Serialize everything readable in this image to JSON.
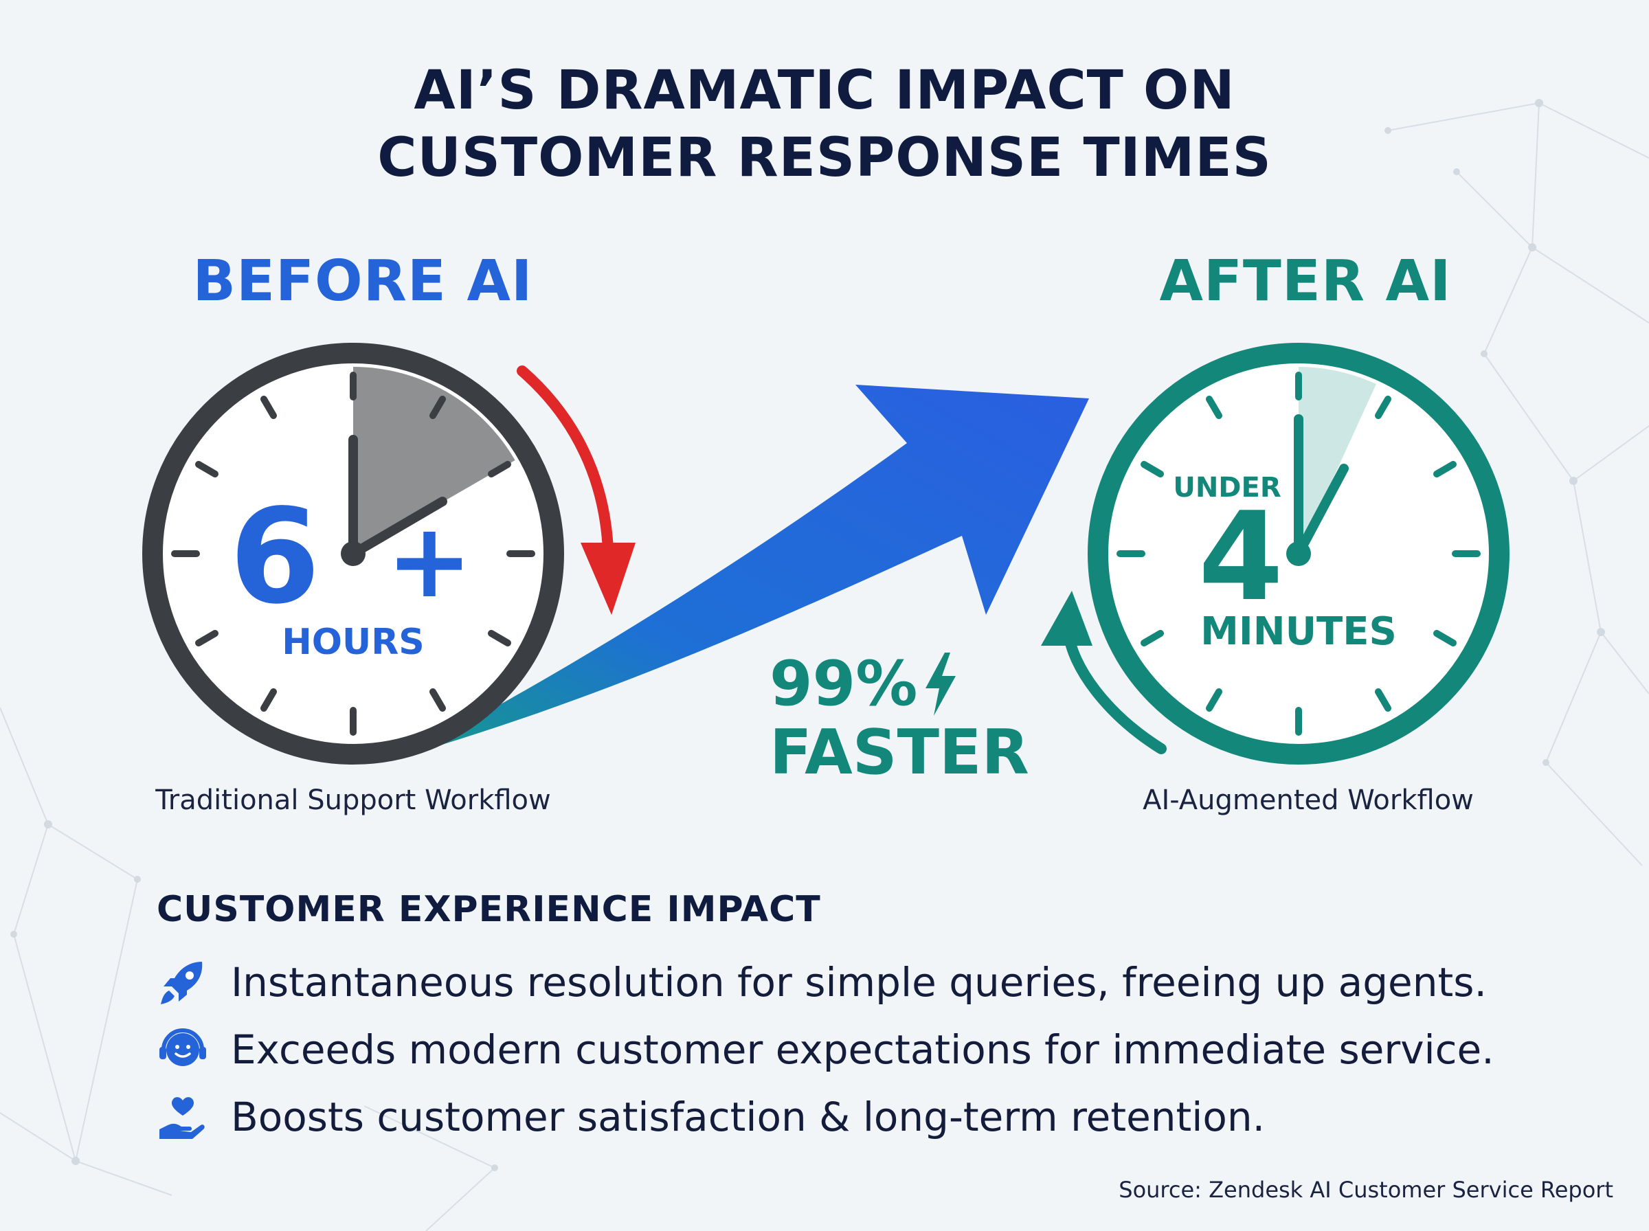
{
  "title": {
    "line1": "AI’S DRAMATIC IMPACT ON",
    "line2": "CUSTOMER RESPONSE TIMES"
  },
  "before": {
    "heading": "BEFORE AI",
    "value": "6",
    "suffix": "+",
    "unit": "HOURS",
    "caption": "Traditional Support Workflow"
  },
  "after": {
    "heading": "AFTER AI",
    "prefix": "UNDER",
    "value": "4",
    "unit": "MINUTES",
    "caption": "AI-Augmented Workflow"
  },
  "improvement": {
    "percent": "99%",
    "label": "FASTER",
    "icon": "lightning-bolt-icon"
  },
  "impact": {
    "heading": "CUSTOMER EXPERIENCE IMPACT",
    "items": [
      {
        "icon": "rocket-icon",
        "text": "Instantaneous resolution for simple queries, freeing up agents."
      },
      {
        "icon": "support-agent-icon",
        "text": "Exceeds modern customer expectations for immediate service."
      },
      {
        "icon": "heart-hand-icon",
        "text": "Boosts customer satisfaction & long-term retention."
      }
    ]
  },
  "source": "Source: Zendesk AI Customer Service Report",
  "colors": {
    "navy": "#0f1c3f",
    "before_blue": "#2563d9",
    "after_teal": "#13877a",
    "clock_before_ring": "#3b3f44",
    "arrow_red": "#e02828"
  }
}
